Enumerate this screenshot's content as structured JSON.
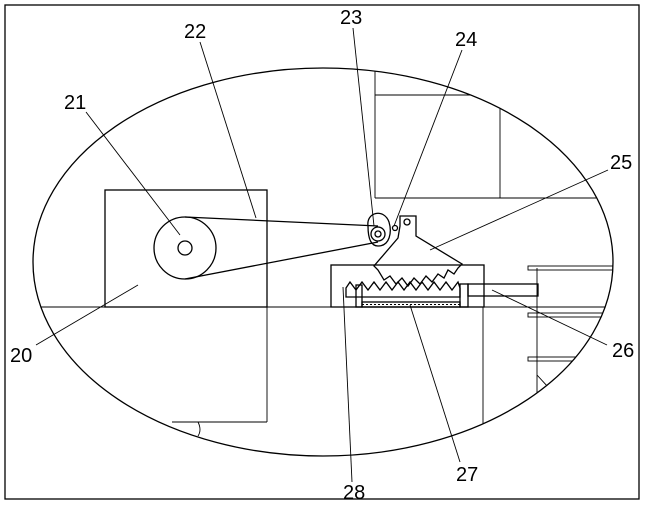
{
  "labels": {
    "l20": "20",
    "l21": "21",
    "l22": "22",
    "l23": "23",
    "l24": "24",
    "l25": "25",
    "l26": "26",
    "l27": "27",
    "l28": "28"
  }
}
